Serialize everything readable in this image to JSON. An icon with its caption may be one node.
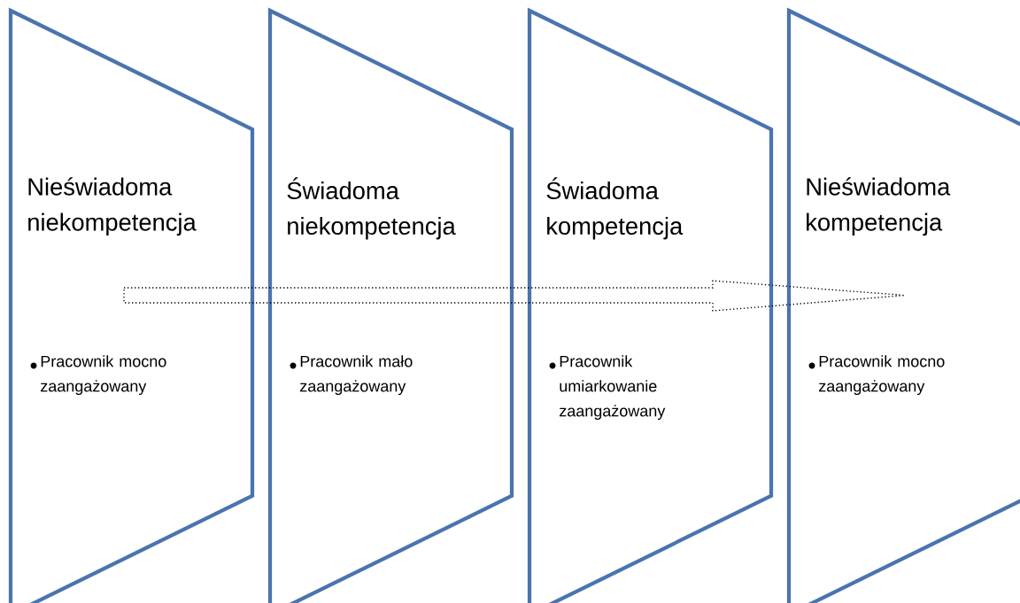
{
  "diagram": {
    "nodes": [
      {
        "text": [
          "Nieświadoma niekompetencja",
          "Pracownik mocno zaangażowany"
        ]
      },
      {
        "text": [
          "Świadoma niekompetencja",
          "Pracownik mało zaangażowany"
        ]
      },
      {
        "text": [
          "Świadoma kompetencja",
          "Pracownik umiarkowanie zaangażowany"
        ]
      },
      {
        "text": [
          "Nieświadoma kompetencja",
          "Pracownik mocno zaangażowany"
        ]
      }
    ],
    "edges": [
      {
        "from": 0,
        "to": 3,
        "arrow": "to",
        "style": "dashed"
      }
    ]
  }
}
